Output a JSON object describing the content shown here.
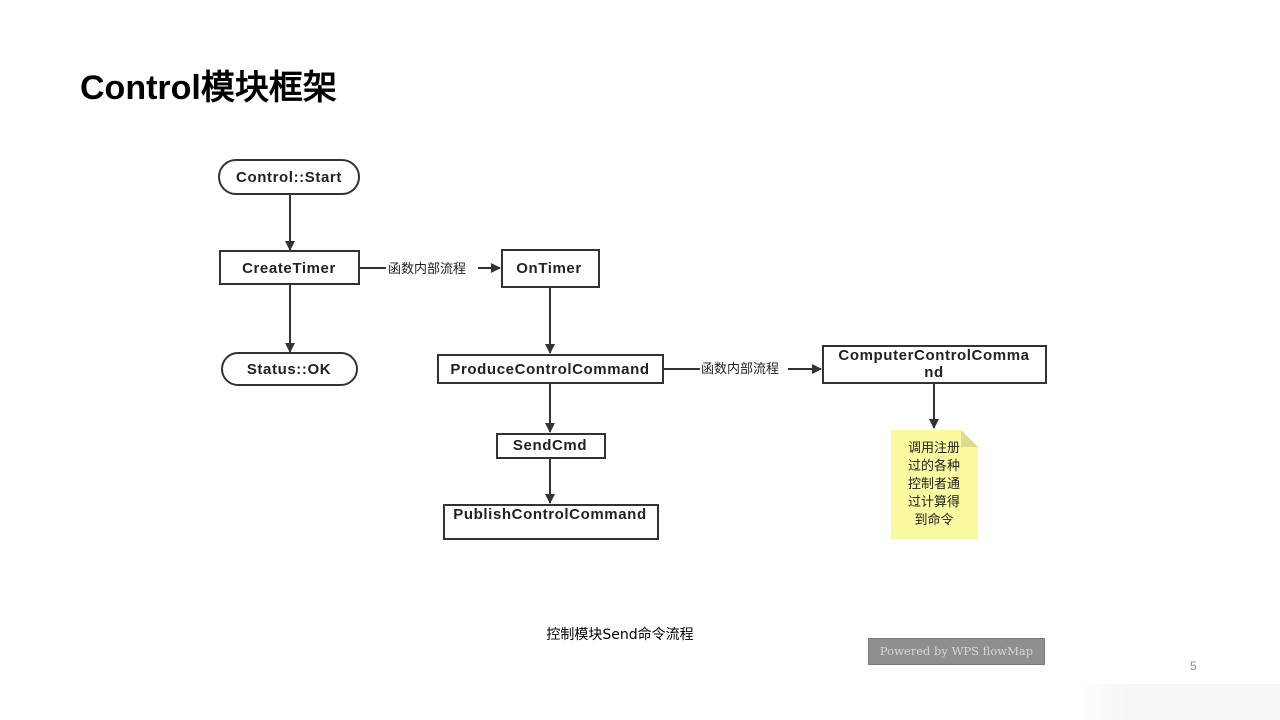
{
  "slide": {
    "title": "Control模块框架",
    "page_number": "5"
  },
  "diagram": {
    "caption": "控制模块Send命令流程",
    "watermark": "Powered by WPS flowMap",
    "nodes": {
      "control_start": {
        "label": "Control::Start"
      },
      "create_timer": {
        "label": "CreateTimer"
      },
      "status_ok": {
        "label": "Status::OK"
      },
      "on_timer": {
        "label": "OnTimer"
      },
      "produce_control_command": {
        "label": "ProduceControlCommand"
      },
      "send_cmd": {
        "label": "SendCmd"
      },
      "publish_control_command": {
        "label": "PublishControlCommand"
      },
      "computer_control_command": {
        "line1": "ComputerControlComma",
        "line2": "nd"
      }
    },
    "edges": {
      "create_timer_to_on_timer": {
        "label": "函数内部流程"
      },
      "produce_to_computer": {
        "label": "函数内部流程"
      }
    },
    "note": {
      "lines": [
        "调用注册",
        "过的各种",
        "控制者通",
        "过计算得",
        "到命令"
      ]
    },
    "colors": {
      "stroke": "#333333",
      "note_fill": "#fafaa0",
      "note_fold": "#dcdc8c"
    }
  }
}
